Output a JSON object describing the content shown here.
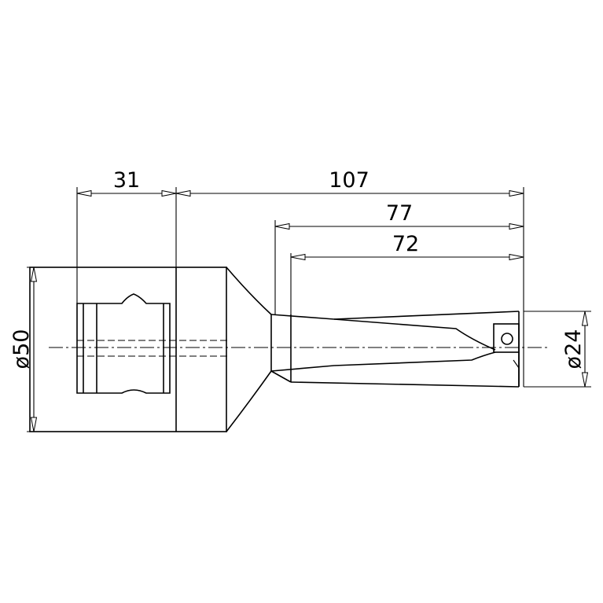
{
  "dimensions": {
    "d31": "31",
    "d107": "107",
    "d77": "77",
    "d72": "72",
    "dia50": "ø50",
    "dia24": "ø24"
  }
}
